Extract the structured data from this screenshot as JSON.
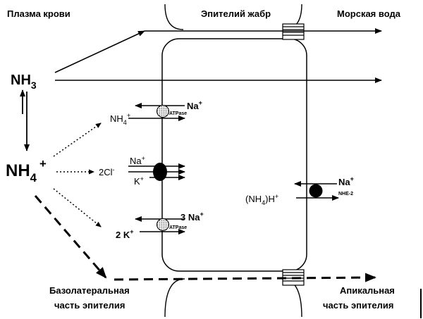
{
  "labels": {
    "blood_plasma": "Плазма крови",
    "gill_epithelium": "Эпителий жабр",
    "sea_water": "Морская вода",
    "basolateral_line1": "Базолатеральная",
    "basolateral_line2": "часть эпителия",
    "apical_line1": "Апикальная",
    "apical_line2": "часть эпителия"
  },
  "species": {
    "nh3_base": "NH",
    "nh3_sub": "3",
    "nh4_base": "NH",
    "nh4_sub": "4",
    "nh4_sup": "+"
  },
  "transporters": {
    "nak_atpase_top": {
      "in_ion": "NH",
      "in_sub": "4",
      "in_sup": "+",
      "out_ion": "Na",
      "out_sup": "+",
      "tag": "ATPase"
    },
    "nkcc": {
      "in_ion": "2Cl",
      "in_sup": "-",
      "na": "Na",
      "na_sup": "+",
      "k": "K",
      "k_sup": "+"
    },
    "nak_atpase_bottom": {
      "in_ion": "2 K",
      "in_sup": "+",
      "out_ion": "3 Na",
      "out_sup": "+",
      "tag": "ATPase"
    },
    "nhe2": {
      "in_ion": "(NH",
      "in_sub": "4",
      "in_tail": ")H",
      "in_sup": "+",
      "out_ion": "Na",
      "out_sup": "+",
      "tag": "NHE-2"
    }
  },
  "colors": {
    "ink": "#000000",
    "dotted_fill": "#d0d0d0",
    "background": "#ffffff"
  }
}
